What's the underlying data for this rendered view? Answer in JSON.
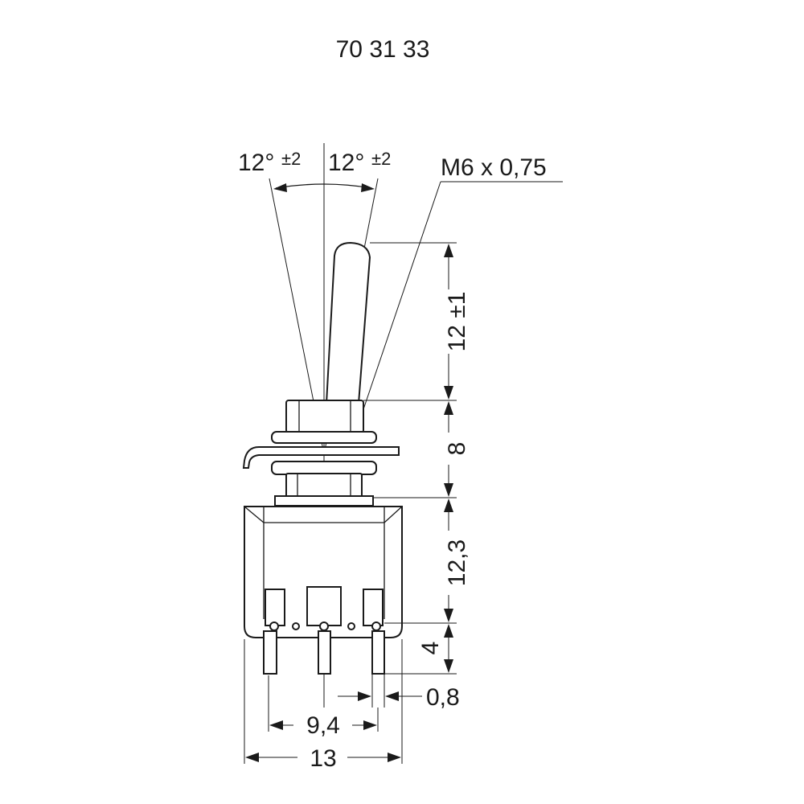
{
  "part_number": "70 31 33",
  "angle_left": {
    "value": "12°",
    "tol": "±2"
  },
  "angle_right": {
    "value": "12°",
    "tol": "±2"
  },
  "thread": "M6 x 0,75",
  "dims": {
    "lever_height": "12 ±1",
    "bushing_height": "8",
    "body_height": "12,3",
    "pin_length": "4",
    "pin_width": "0,8",
    "pin_pitch": "9,4",
    "body_width": "13"
  }
}
